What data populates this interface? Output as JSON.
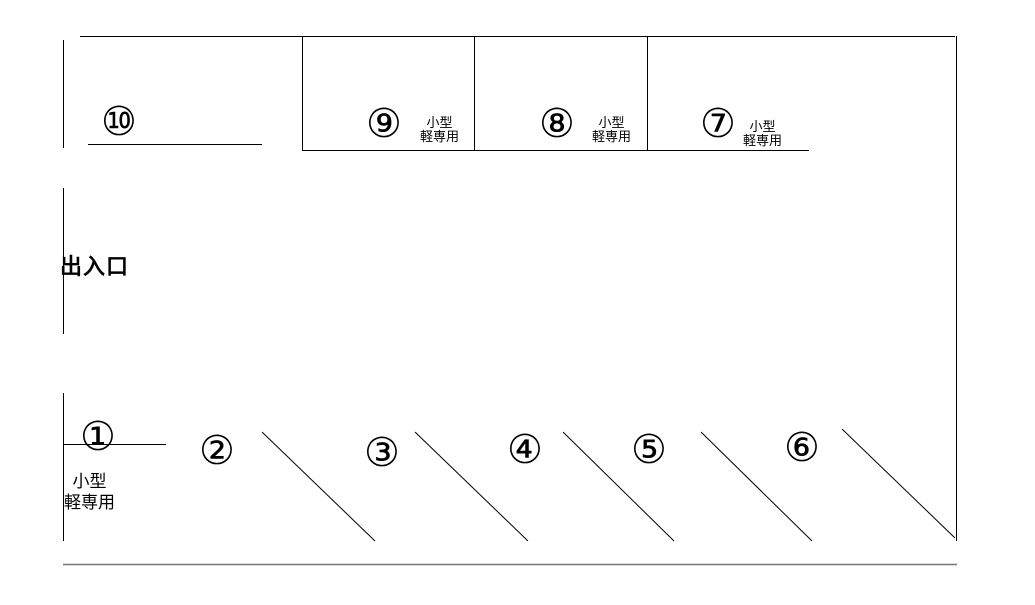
{
  "diagram": {
    "entrance_label": "出入口",
    "spaces": {
      "s1": {
        "number": "①",
        "note_line1": "小型",
        "note_line2": "軽専用"
      },
      "s2": {
        "number": "②"
      },
      "s3": {
        "number": "③"
      },
      "s4": {
        "number": "④"
      },
      "s5": {
        "number": "⑤"
      },
      "s6": {
        "number": "⑥"
      },
      "s7": {
        "number": "⑦",
        "note_line1": "小型",
        "note_line2": "軽専用"
      },
      "s8": {
        "number": "⑧",
        "note_line1": "小型",
        "note_line2": "軽専用"
      },
      "s9": {
        "number": "⑨",
        "note_line1": "小型",
        "note_line2": "軽専用"
      },
      "s10": {
        "number": "⑩"
      }
    },
    "line_color": "#000000",
    "ground_line_color": "#777777"
  }
}
